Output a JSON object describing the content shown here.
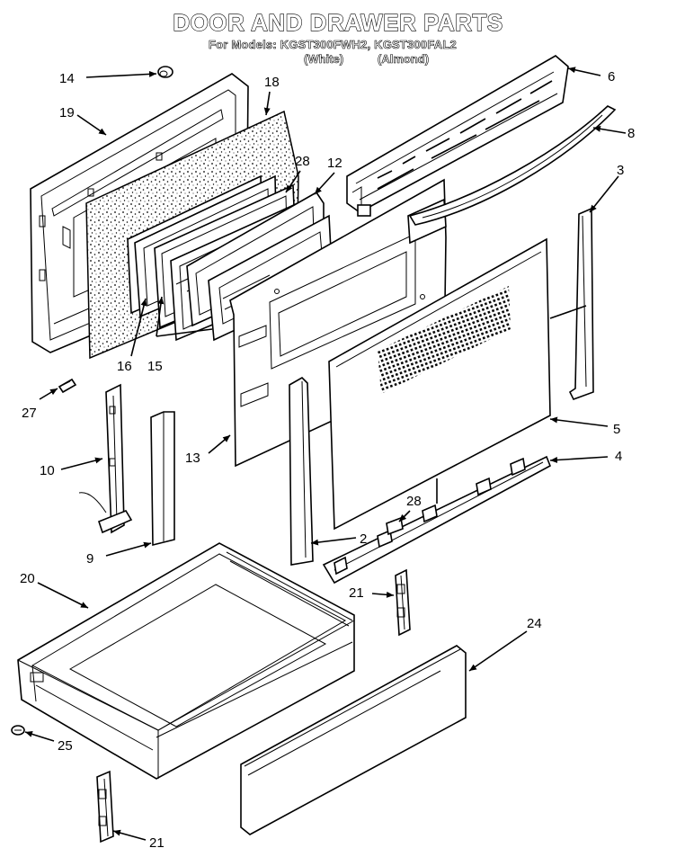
{
  "header": {
    "title": "DOOR AND DRAWER PARTS",
    "models_line": "For Models: KGST300FWH2, KGST300FAL2",
    "variant_white": "(White)",
    "variant_almond": "(Almond)"
  },
  "callouts": {
    "c14": "14",
    "c18": "18",
    "c19": "19",
    "c6": "6",
    "c8": "8",
    "c3": "3",
    "c28a": "28",
    "c12": "12",
    "c16": "16",
    "c15": "15",
    "c27": "27",
    "c5": "5",
    "c4": "4",
    "c13": "13",
    "c10": "10",
    "c28b": "28",
    "c2": "2",
    "c9": "9",
    "c20": "20",
    "c21a": "21",
    "c24": "24",
    "c25": "25",
    "c21b": "21"
  }
}
